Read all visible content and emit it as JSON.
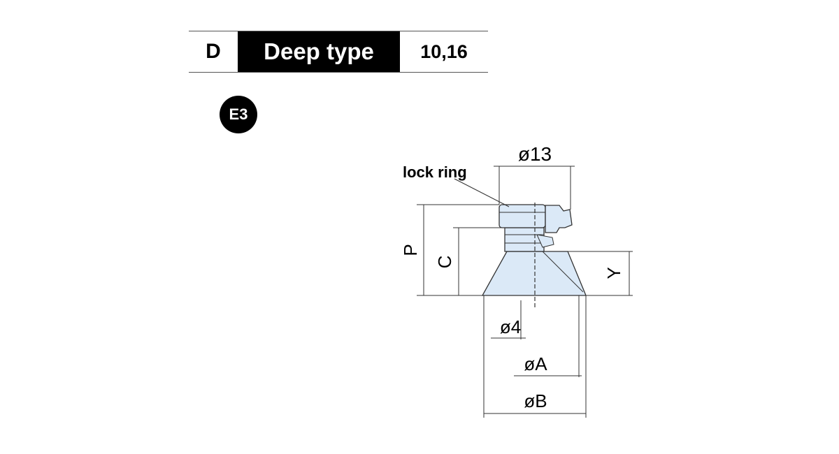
{
  "header": {
    "letter": "D",
    "type_label": "Deep type",
    "sizes": "10,16"
  },
  "badge": "E3",
  "drawing": {
    "callout": "lock ring",
    "dim_top": "ø13",
    "dim_p": "P",
    "dim_c": "C",
    "dim_y": "Y",
    "dim_4": "ø4",
    "dim_a": "øA",
    "dim_b": "øB",
    "fill_color": "#dbe9f7"
  }
}
